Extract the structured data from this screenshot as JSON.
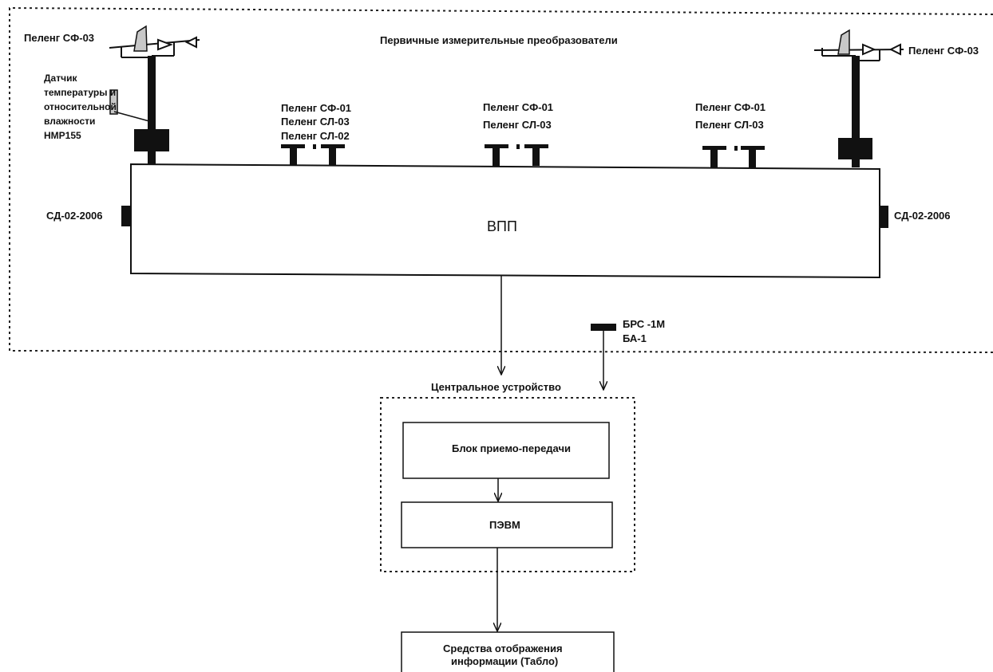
{
  "colors": {
    "ink": "#111111",
    "sensor_gray": "#c8c8c8",
    "background": "#ffffff"
  },
  "labels": {
    "primary_transducers": "Первичные измерительные преобразователи",
    "peleng_sf03_left": "Пеленг СФ-03",
    "peleng_sf03_right": "Пеленг СФ-03",
    "temp_sensor": {
      "line1": "Датчик",
      "line2": "температуры и",
      "line3": "относительной",
      "line4": "влажности",
      "line5": "HMP155"
    },
    "group1": {
      "line1": "Пеленг СФ-01",
      "line2": "Пеленг СЛ-03",
      "line3": "Пеленг СЛ-02"
    },
    "group2": {
      "line1": "Пеленг СФ-01",
      "line2": "Пеленг СЛ-03"
    },
    "group3": {
      "line1": "Пеленг СФ-01",
      "line2": "Пеленг СЛ-03"
    },
    "sd_left": "СД-02-2006",
    "sd_right": "СД-02-2006",
    "runway": "ВПП",
    "brs": {
      "line1": "БРС -1М",
      "line2": "БА-1"
    },
    "central_device": "Центральное устройство",
    "transceiver": "Блок приемо-передачи",
    "pc": "ПЭВМ",
    "display": {
      "line1": "Средства отображения",
      "line2": "информации (Табло)"
    }
  }
}
